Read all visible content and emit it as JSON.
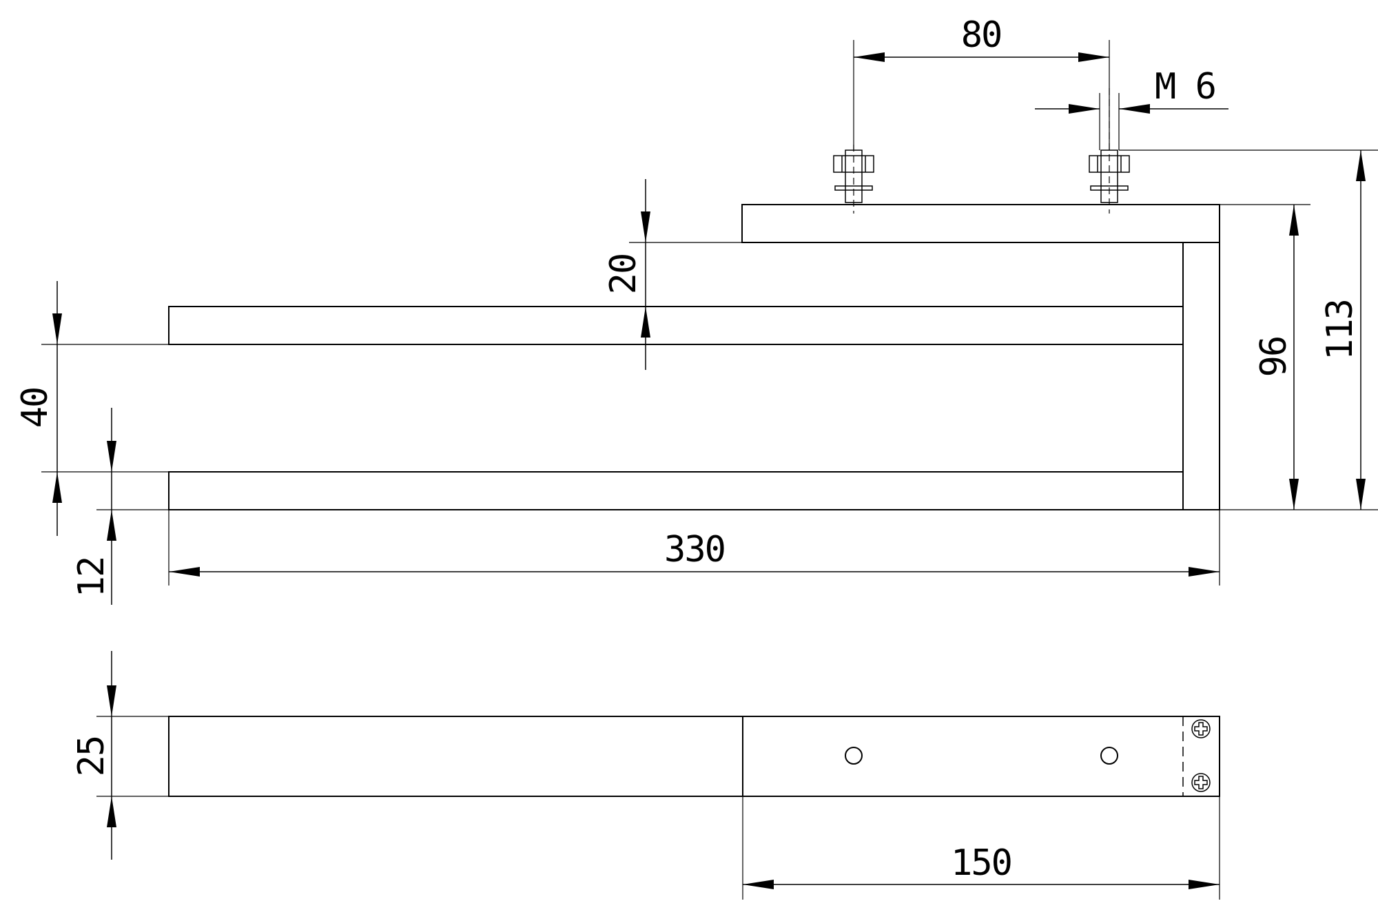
{
  "dimensions": {
    "d80": "80",
    "m6": "M 6",
    "d20": "20",
    "d40": "40",
    "d12": "12",
    "d330": "330",
    "d96": "96",
    "d113": "113",
    "d25": "25",
    "d150": "150"
  },
  "icons": {
    "bolt": "hex-nut-bolt-icon",
    "hole": "mounting-hole-icon",
    "screw": "phillips-screw-icon"
  }
}
